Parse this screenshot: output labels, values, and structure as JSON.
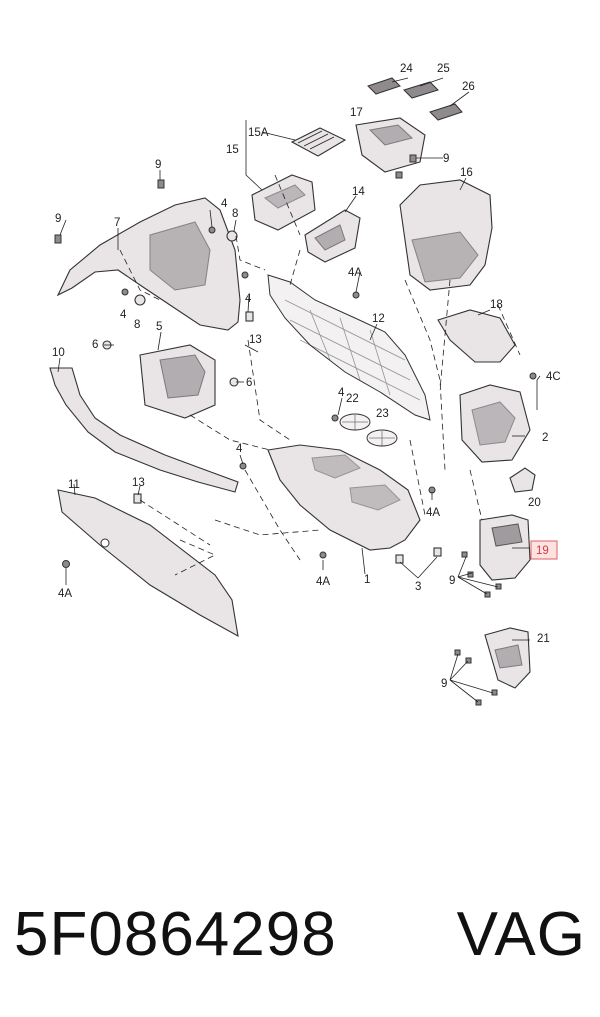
{
  "diagram": {
    "labels": {
      "l1": "1",
      "l2": "2",
      "l3": "3",
      "l4a": "4",
      "l4b": "4",
      "l4c": "4",
      "l4d": "4",
      "l4e": "4",
      "l4A1": "4A",
      "l4A2": "4A",
      "l4A3": "4A",
      "l4A4": "4A",
      "l4C": "4C",
      "l5": "5",
      "l6a": "6",
      "l6b": "6",
      "l7": "7",
      "l8a": "8",
      "l8b": "8",
      "l9a": "9",
      "l9b": "9",
      "l9c": "9",
      "l9d": "9",
      "l9e": "9",
      "l10": "10",
      "l11": "11",
      "l12": "12",
      "l13a": "13",
      "l13b": "13",
      "l14": "14",
      "l15": "15",
      "l15A": "15A",
      "l16": "16",
      "l17": "17",
      "l18": "18",
      "l19": "19",
      "l20": "20",
      "l21": "21",
      "l22": "22",
      "l23": "23",
      "l24": "24",
      "l25": "25",
      "l26": "26"
    },
    "highlight_color": "#e06060"
  },
  "footer": {
    "part_number": "5F0864298",
    "brand": "VAG"
  }
}
